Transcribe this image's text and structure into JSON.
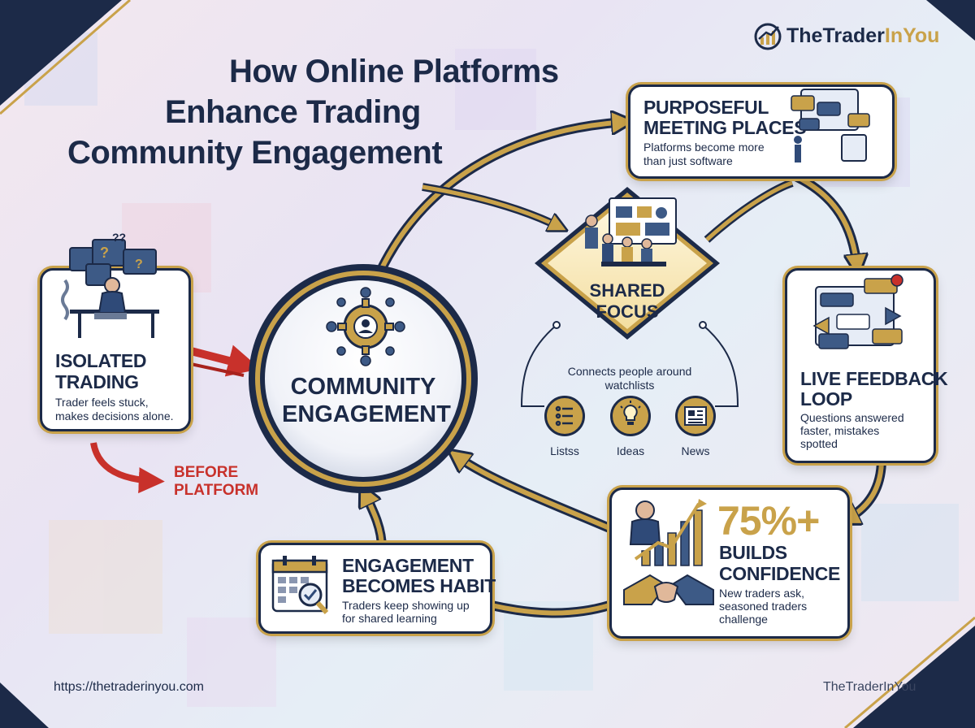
{
  "brand": {
    "name_prefix": "TheTrader",
    "name_suffix": "InYou"
  },
  "title": {
    "line1": "How Online Platforms",
    "line2": "Enhance Trading",
    "line3": "Community Engagement"
  },
  "center": {
    "line1": "COMMUNITY",
    "line2": "ENGAGEMENT"
  },
  "isolated": {
    "title1": "ISOLATED",
    "title2": "TRADING",
    "body1": "Trader feels stuck,",
    "body2": "makes decisions alone."
  },
  "before": {
    "line1": "BEFORE",
    "line2": "PLATFORM"
  },
  "meeting": {
    "title1": "PURPOSEFUL",
    "title2": "MEETING PLACES",
    "body1": "Platforms become more",
    "body2": "than just software"
  },
  "focus": {
    "title1": "SHARED",
    "title2": "FOCUS",
    "desc1": "Connects people around",
    "desc2": "watchlists"
  },
  "focus_items": [
    {
      "label": "Listss",
      "icon": "list-icon"
    },
    {
      "label": "Ideas",
      "icon": "lightbulb-icon"
    },
    {
      "label": "News",
      "icon": "newspaper-icon"
    }
  ],
  "feedback": {
    "title1": "LIVE FEEDBACK",
    "title2": "LOOP",
    "body1": "Questions answered",
    "body2": "faster, mistakes",
    "body3": "spotted"
  },
  "confidence": {
    "stat": "75%+",
    "title1": "BUILDS",
    "title2": "CONFIDENCE",
    "body1": "New traders ask,",
    "body2": "seasoned traders",
    "body3": "challenge"
  },
  "habit": {
    "title1": "ENGAGEMENT",
    "title2": "BECOMES HABIT",
    "body1": "Traders keep showing up",
    "body2": "for shared learning"
  },
  "footer": {
    "url": "https://thetraderinyou.com",
    "brand": "TheTraderInYou"
  },
  "colors": {
    "navy": "#1c2a48",
    "gold": "#c9a24a",
    "red": "#c8312b"
  }
}
